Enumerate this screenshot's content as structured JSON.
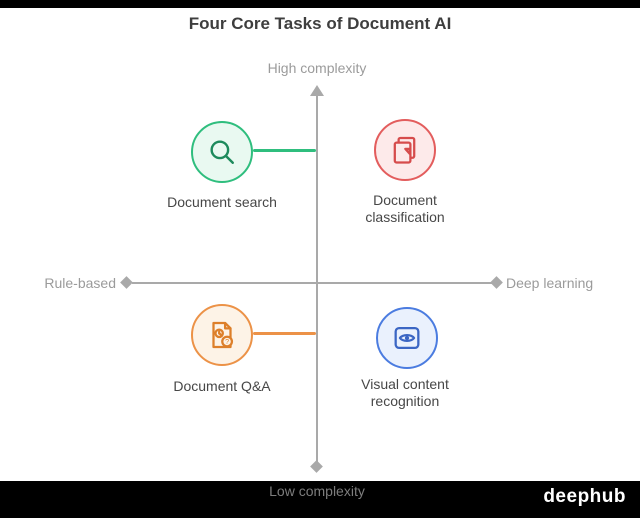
{
  "title": "Four Core Tasks of Document AI",
  "axes": {
    "top_label": "High complexity",
    "bottom_label": "Low complexity",
    "left_label": "Rule-based",
    "right_label": "Deep learning"
  },
  "quadrants": {
    "top_left": {
      "line1": "Document search",
      "line2": "",
      "color": "#2fbe7e",
      "icon": "magnifier-icon"
    },
    "top_right": {
      "line1": "Document",
      "line2": "classification",
      "color": "#e35d5d",
      "icon": "documents-icon"
    },
    "bottom_left": {
      "line1": "Document Q&A",
      "line2": "",
      "color": "#ec9247",
      "icon": "document-question-icon"
    },
    "bottom_right": {
      "line1": "Visual content",
      "line2": "recognition",
      "color": "#4b7ce0",
      "icon": "eye-icon"
    }
  },
  "colors": {
    "axis": "#a9a9a9",
    "green": "#2fbe7e",
    "red": "#e35d5d",
    "orange": "#ec9247",
    "blue": "#4b7ce0",
    "background": "#ffffff",
    "letterbox": "#000000"
  },
  "watermark": "deephub"
}
